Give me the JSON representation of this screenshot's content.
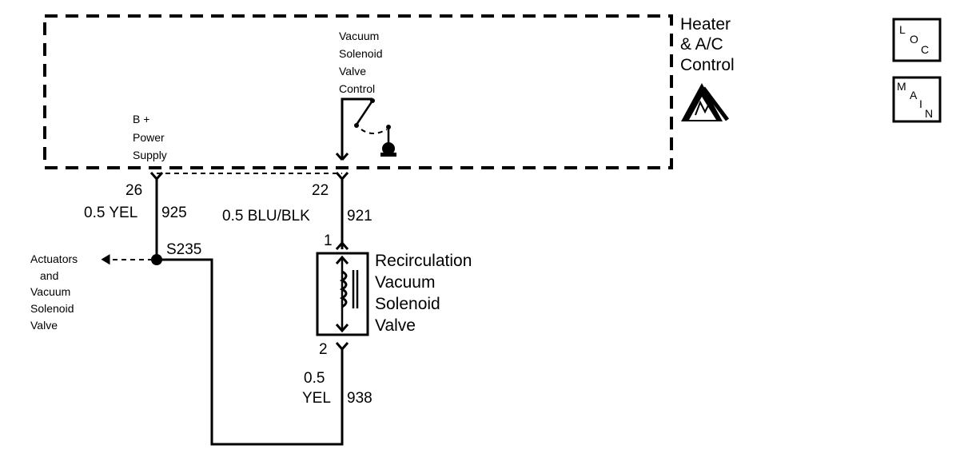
{
  "module": {
    "title_lines": [
      "Heater",
      "& A/C",
      "Control"
    ],
    "vsv_control_lines": [
      "Vacuum",
      "Solenoid",
      "Valve",
      "Control"
    ],
    "power_supply_lines": [
      "B +",
      "Power",
      "Supply"
    ]
  },
  "pins": {
    "left_pin": "26",
    "right_pin": "22",
    "solenoid_top_pin": "1",
    "solenoid_bottom_pin": "2"
  },
  "wires": {
    "left_wire_color": "0.5 YEL",
    "left_wire_circuit": "925",
    "right_wire_color": "0.5 BLU/BLK",
    "right_wire_circuit": "921",
    "bottom_wire_gauge": "0.5",
    "bottom_wire_color": "YEL",
    "bottom_wire_circuit": "938"
  },
  "splice": {
    "id": "S235"
  },
  "actuators_lines": [
    "Actuators",
    "and",
    "Vacuum",
    "Solenoid",
    "Valve"
  ],
  "solenoid_lines": [
    "Recirculation",
    "Vacuum",
    "Solenoid",
    "Valve"
  ],
  "nav": {
    "loc": [
      "L",
      "O",
      "C"
    ],
    "main": [
      "M",
      "A",
      "I",
      "N"
    ]
  },
  "icons": {
    "esd": "esd-warning-icon",
    "ground": "ground-icon",
    "coil": "coil-icon"
  }
}
